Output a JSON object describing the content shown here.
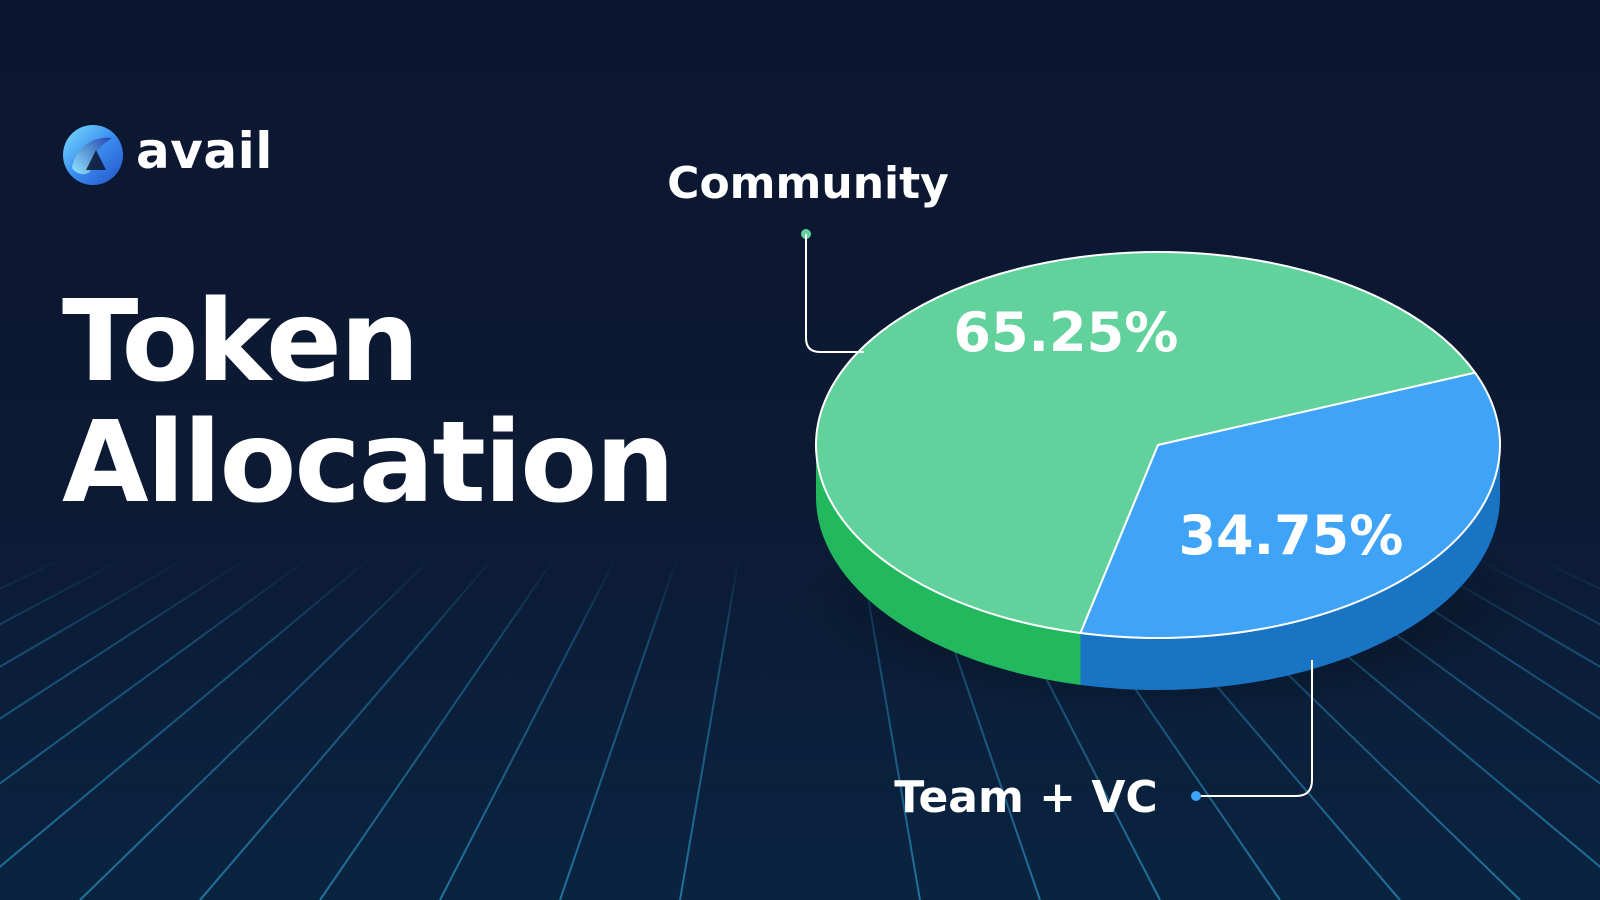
{
  "brand": {
    "logo_text": "avail",
    "logo_icon": "avail-logo-icon"
  },
  "heading": {
    "line1": "Token",
    "line2": "Allocation"
  },
  "colors": {
    "background": "#0c1630",
    "community_top": "#62d29d",
    "community_side": "#22b95e",
    "team_top": "#3fa3f7",
    "team_side": "#1a74c4",
    "grid": "#1f6f9a"
  },
  "chart_data": {
    "type": "pie",
    "series": [
      {
        "name": "Community",
        "value": 65.25,
        "value_label": "65.25%",
        "color": "#62d29d"
      },
      {
        "name": "Team + VC",
        "value": 34.75,
        "value_label": "34.75%",
        "color": "#3fa3f7"
      }
    ]
  }
}
